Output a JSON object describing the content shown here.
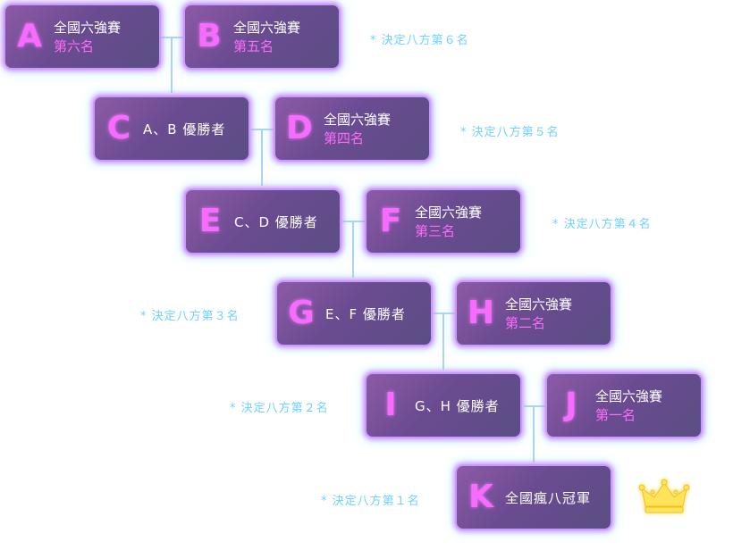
{
  "boxes": [
    {
      "id": "a",
      "letter": "A",
      "line1": "全國六強賽",
      "line2": "第六名"
    },
    {
      "id": "b",
      "letter": "B",
      "line1": "全國六強賽",
      "line2": "第五名"
    },
    {
      "id": "c",
      "letter": "C",
      "label": "A、B 優勝者"
    },
    {
      "id": "d",
      "letter": "D",
      "line1": "全國六強賽",
      "line2": "第四名"
    },
    {
      "id": "e",
      "letter": "E",
      "label": "C、D 優勝者"
    },
    {
      "id": "f",
      "letter": "F",
      "line1": "全國六強賽",
      "line2": "第三名"
    },
    {
      "id": "g",
      "letter": "G",
      "label": "E、F 優勝者"
    },
    {
      "id": "h",
      "letter": "H",
      "line1": "全國六強賽",
      "line2": "第二名"
    },
    {
      "id": "i",
      "letter": "I",
      "label": "G、H 優勝者"
    },
    {
      "id": "j",
      "letter": "J",
      "line1": "全國六強賽",
      "line2": "第一名"
    },
    {
      "id": "k",
      "letter": "K",
      "label": "全國瘋八冠軍"
    }
  ],
  "notes": [
    "* 決定八方第６名",
    "* 決定八方第５名",
    "* 決定八方第４名",
    "* 決定八方第３名",
    "* 決定八方第２名",
    "* 決定八方第１名"
  ],
  "colors": {
    "letter": "#f56cff",
    "subtitle": "#ff6bf6",
    "note": "#6fd1ff",
    "connector": "#a9d6f2",
    "crown": "#ffe35a"
  },
  "icons": {
    "crown": "crown-icon"
  }
}
